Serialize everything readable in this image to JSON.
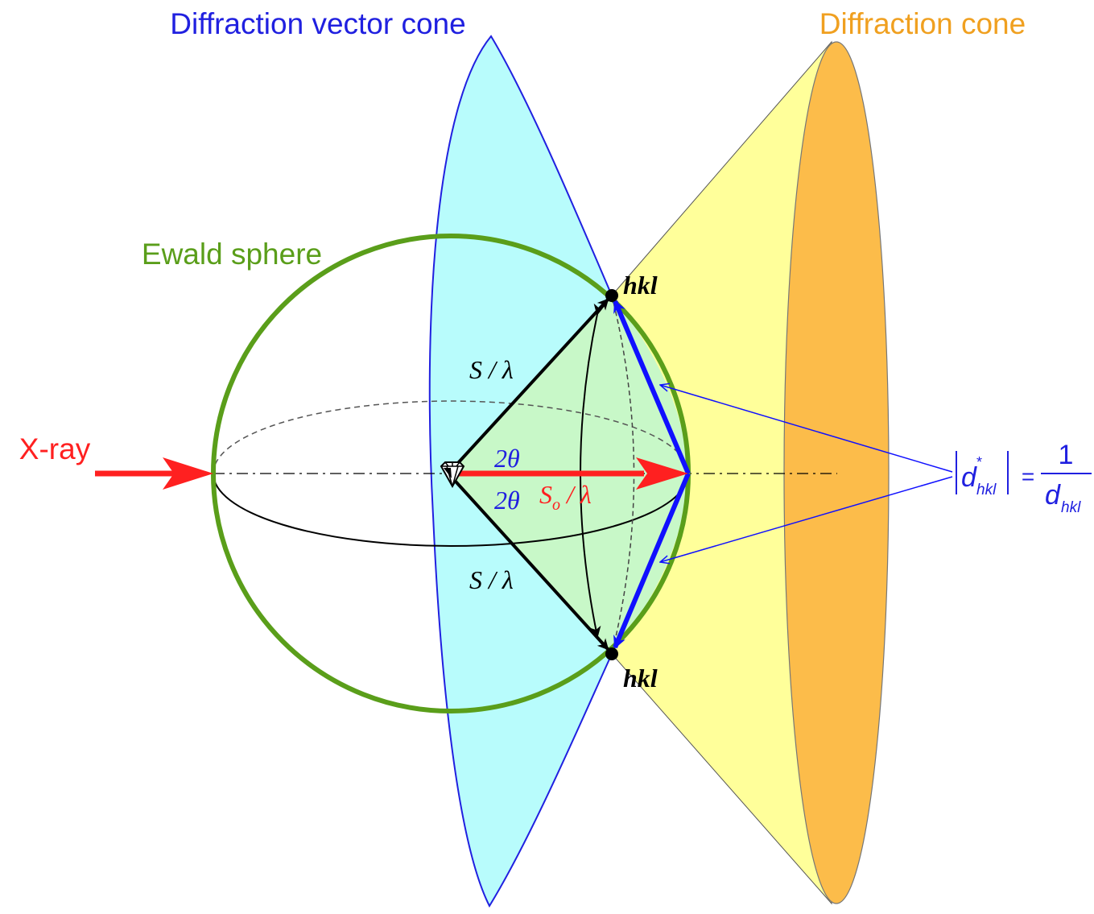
{
  "labels": {
    "diffraction_vector_cone": "Diffraction vector cone",
    "diffraction_cone": "Diffraction cone",
    "ewald_sphere": "Ewald sphere",
    "xray": "X-ray",
    "hkl_top": "hkl",
    "hkl_bottom": "hkl",
    "s_lambda_top": "S / λ",
    "s_lambda_bottom": "S / λ",
    "two_theta_top": "2θ",
    "two_theta_bottom": "2θ",
    "so_lambda_s": "S",
    "so_lambda_sub": "o",
    "so_lambda_rest": " / λ"
  },
  "formula": {
    "d": "d",
    "star": "*",
    "sub": "hkl",
    "equals": "=",
    "numerator": "1",
    "den_d": "d",
    "den_sub": "hkl"
  },
  "colors": {
    "blue_label": "#2020e0",
    "orange_label": "#f0a020",
    "green_sphere": "#5a9e1a",
    "red_beam": "#ff2020",
    "vector_cone_fill": "#b8fcfc",
    "vector_cone_stroke": "#2020e0",
    "diffraction_cone_fill": "#ffff9a",
    "detector_fill": "#fcbc4a",
    "section_fill": "#c8f8c8",
    "reciprocal_vector": "#1010ff"
  }
}
